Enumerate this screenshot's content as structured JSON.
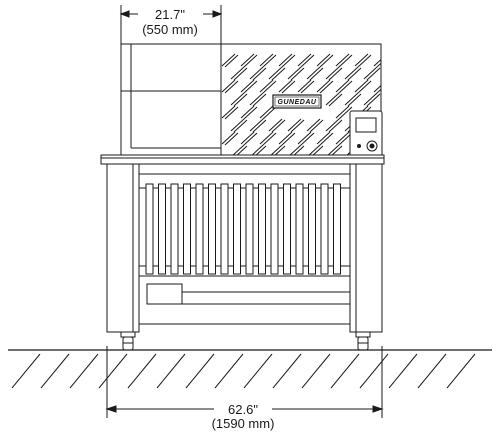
{
  "drawing": {
    "top_dimension": {
      "imperial": "21.7\"",
      "metric": "(550 mm)"
    },
    "bottom_dimension": {
      "imperial": "62.6\"",
      "metric": "(1590 mm)"
    },
    "brand_mark": "GUNEDAU",
    "colors": {
      "line": "#1a1a1a",
      "background": "#ffffff"
    }
  }
}
